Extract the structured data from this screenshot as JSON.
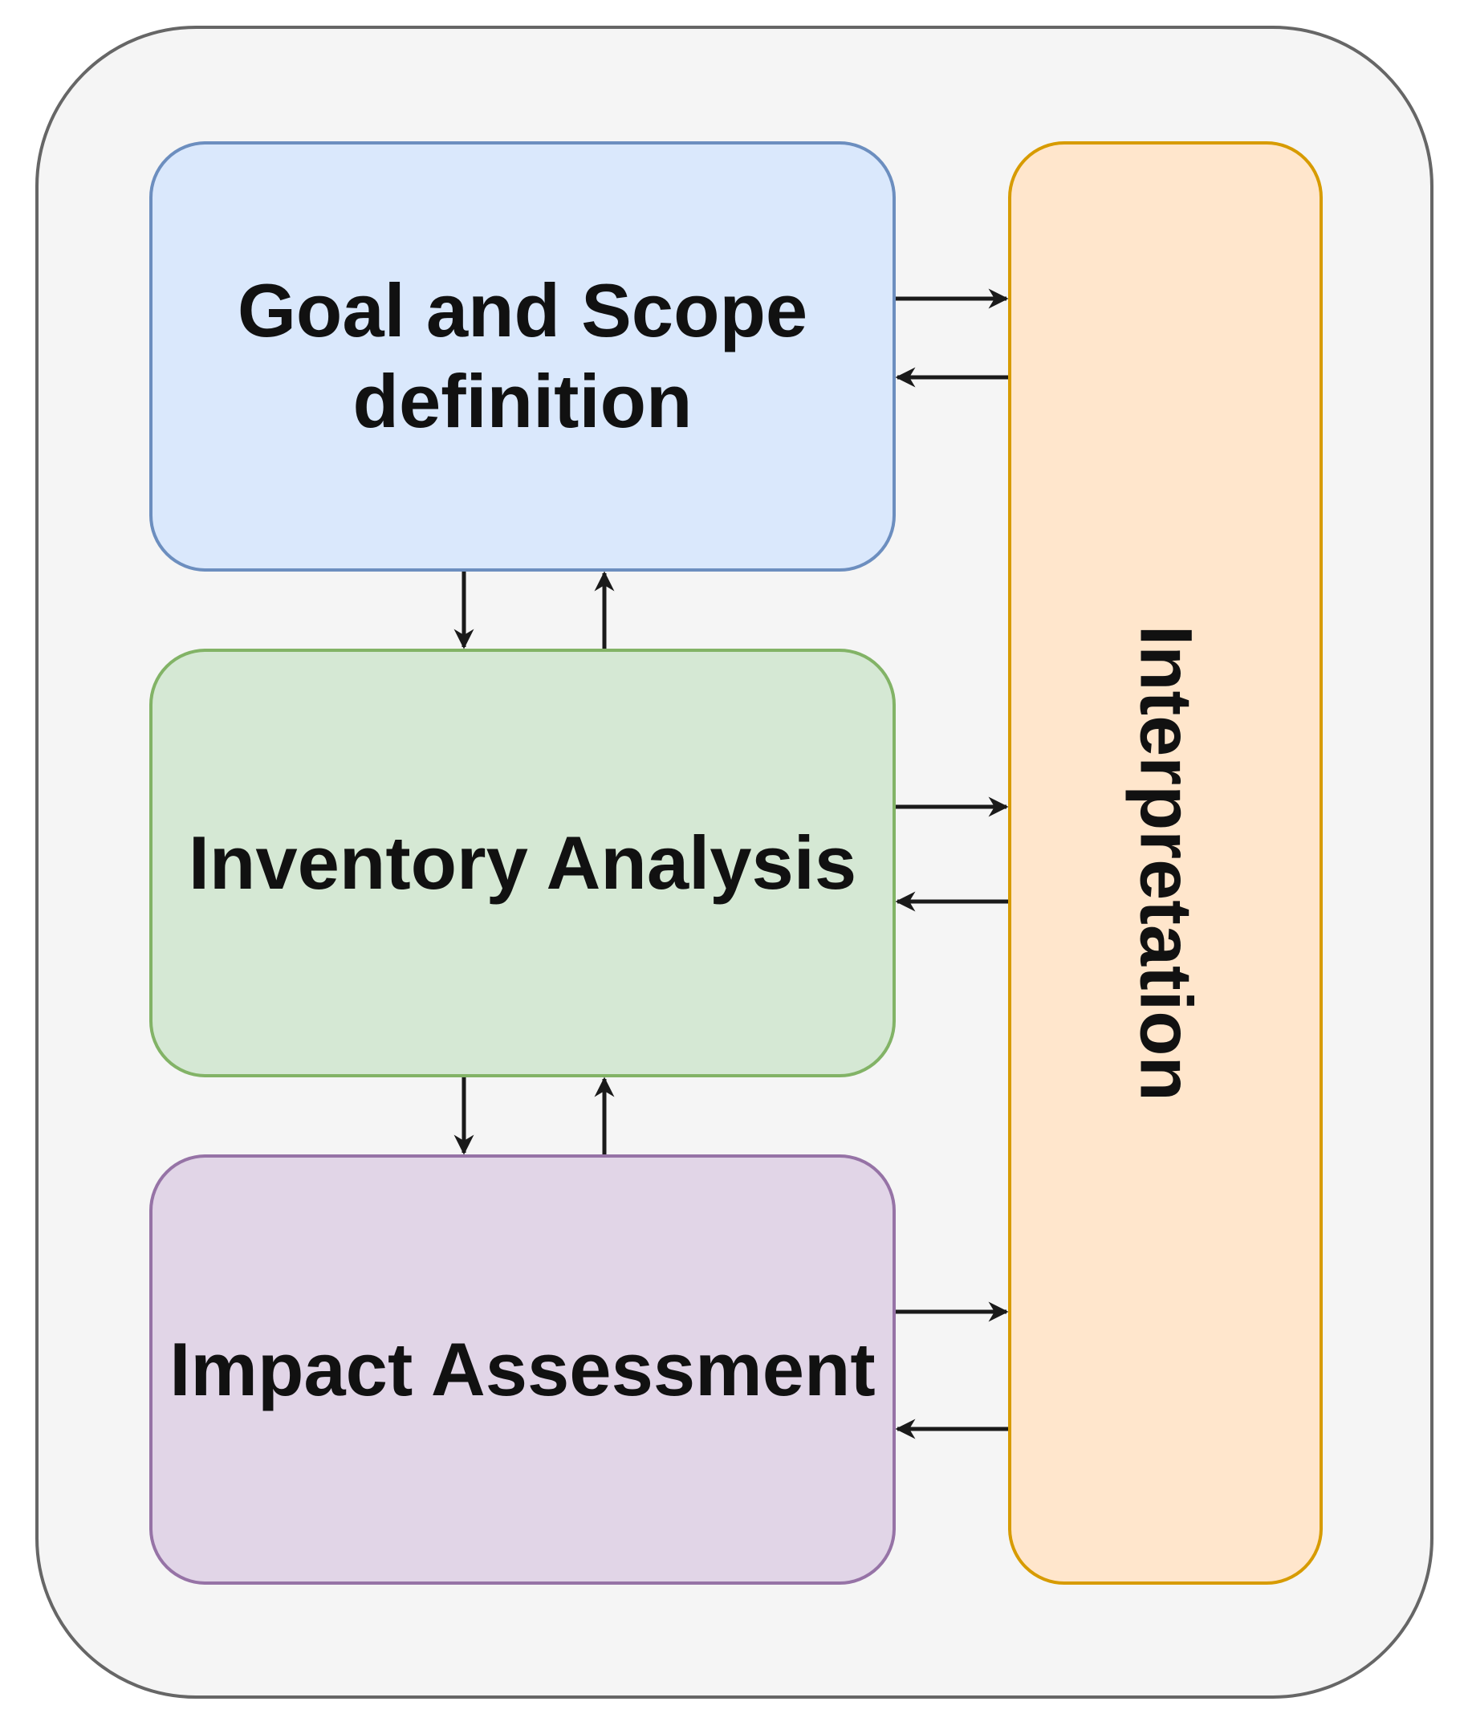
{
  "diagram": {
    "boxes": {
      "goal_line1": "Goal and Scope",
      "goal_line2": "definition",
      "inventory": "Inventory Analysis",
      "impact": "Impact Assessment",
      "interpretation": "Interpretation"
    },
    "colors": {
      "frame_fill": "#f5f5f5",
      "frame_border": "#666666",
      "goal_fill": "#dae8fc",
      "goal_border": "#6c8ebf",
      "inventory_fill": "#d5e8d4",
      "inventory_border": "#82b366",
      "impact_fill": "#e1d5e7",
      "impact_border": "#9673a6",
      "interpretation_fill": "#ffe6cc",
      "interpretation_border": "#d79b00",
      "arrow": "#1a1a1a"
    }
  }
}
